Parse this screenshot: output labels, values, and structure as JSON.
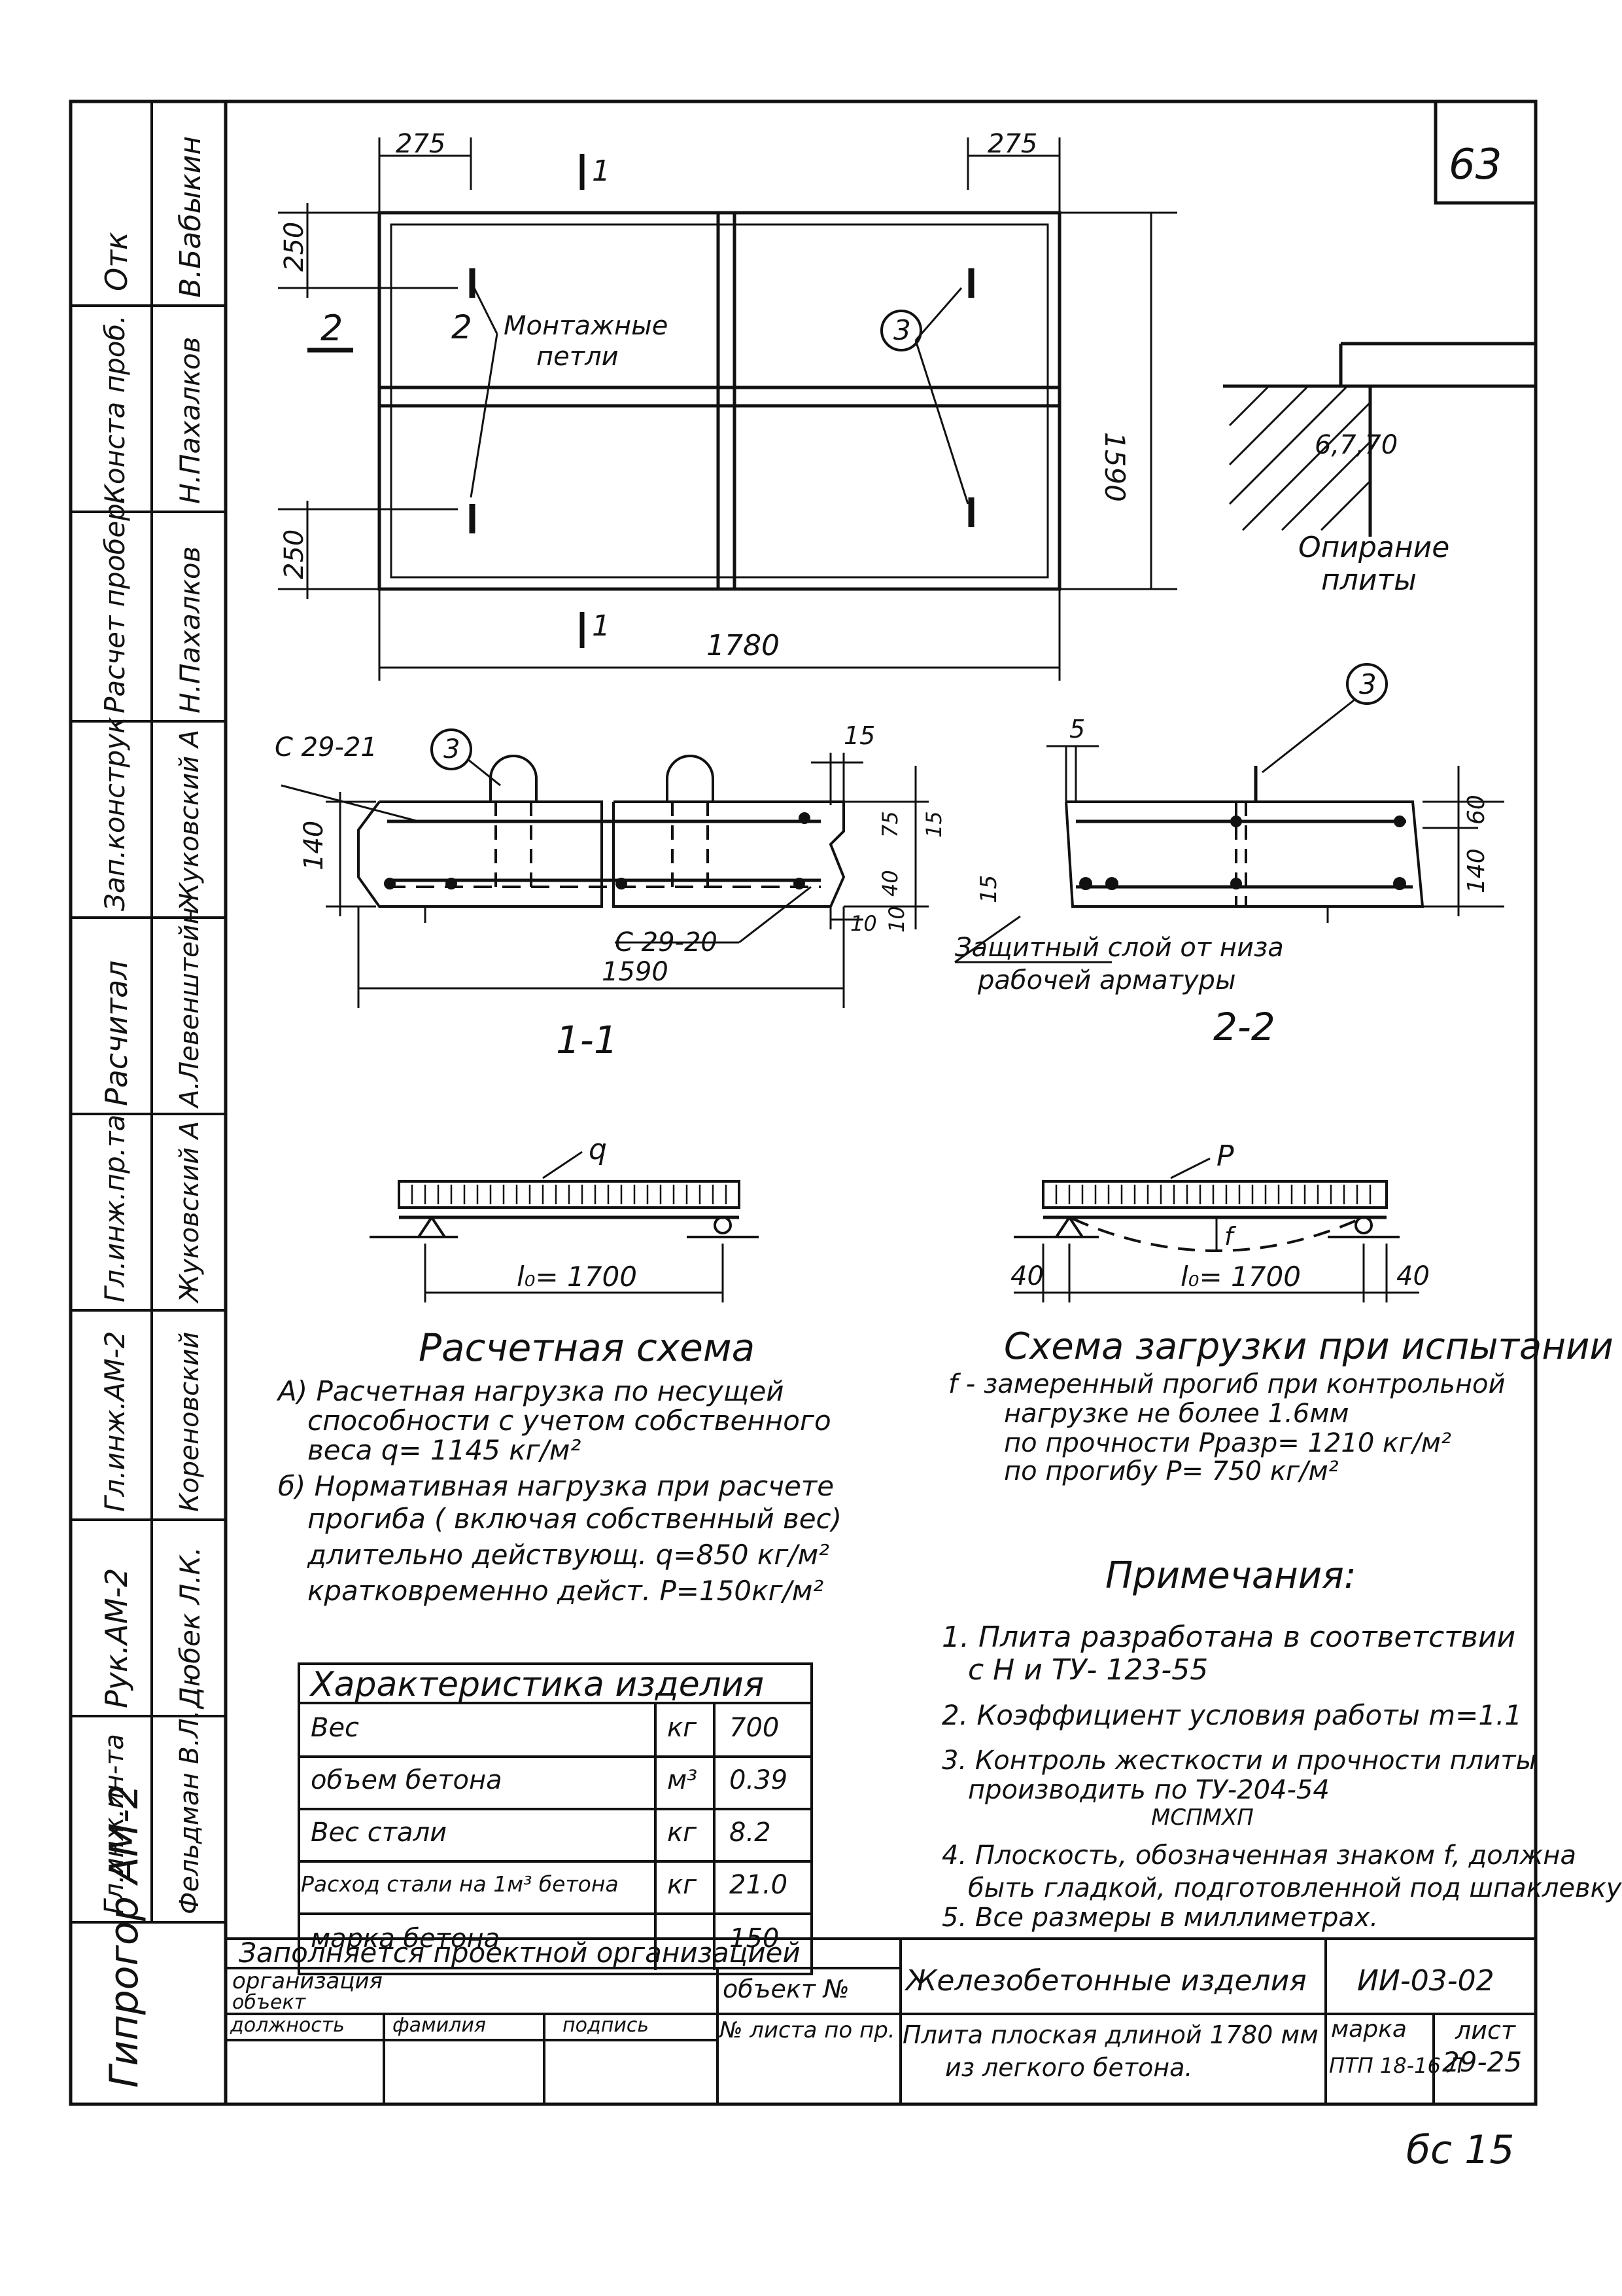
{
  "sheet": {
    "page_number": "63",
    "handwritten_corner": "бс 15"
  },
  "side_stamp": {
    "rows": [
      {
        "role": "Отк",
        "name": "В.Бабыкин"
      },
      {
        "role": "Конста проб.",
        "name": "Н.Пахалков"
      },
      {
        "role": "Расчет пробер.",
        "name": "Н.Пахалков"
      },
      {
        "role": "Зап.конструк",
        "name": "Жуковский А"
      },
      {
        "role": "Расчитал",
        "name": "А.Левенштейн"
      },
      {
        "role": "Гл.инж.пр.та",
        "name": "Жуковский А"
      },
      {
        "role": "Гл.инж.АМ-2",
        "name": "Кореновский"
      },
      {
        "role": "Рук.АМ-2",
        "name": "Дюбек Л.К."
      },
      {
        "role": "Гл.инж.ин-та",
        "name": "Фельдман В.Л."
      }
    ],
    "org": "Гипрогор АМ-2"
  },
  "plan": {
    "dim_275_left": "275",
    "dim_275_right": "275",
    "dim_250_top": "250",
    "dim_250_bottom": "250",
    "dim_1590": "1590",
    "dim_1780": "1780",
    "section_mark_1_top": "1",
    "section_mark_1_bottom": "1",
    "section_mark_2": "2",
    "loop_label_num": "2",
    "loop_label_text_1": "Монтажные",
    "loop_label_text_2": "петли",
    "callout_3": "3"
  },
  "support": {
    "dim": "6,7,70",
    "caption_1": "Опирание",
    "caption_2": "плиты"
  },
  "section_1": {
    "bar_top": "С 29-21",
    "bar_bottom": "С 29-20",
    "dim_140": "140",
    "dim_15": "15",
    "dim_75": "75",
    "dim_15b": "15",
    "dim_40": "40",
    "dim_10a": "10",
    "dim_10b": "10",
    "dim_1590": "1590",
    "callout": "3",
    "title": "1-1"
  },
  "section_2": {
    "dim_5": "5",
    "dim_15": "15",
    "dim_60": "60",
    "dim_140": "140",
    "callout": "3",
    "cover_note_1": "Защитный слой от низа",
    "cover_note_2": "рабочей арматуры",
    "title": "2-2"
  },
  "calc_scheme": {
    "load": "q",
    "span": "l₀= 1700",
    "title": "Расчетная схема"
  },
  "test_scheme": {
    "load": "P",
    "deflection": "f",
    "span": "l₀= 1700",
    "end_left": "40",
    "end_right": "40",
    "title": "Схема загрузки при испытании"
  },
  "calc_notes": {
    "a1": "А) Расчетная нагрузка по несущей",
    "a2": "способности с учетом собственного",
    "a3": "веса q= 1145 кг/м²",
    "b1": "б) Нормативная нагрузка при расчете",
    "b2": "прогиба ( включая собственный вес)",
    "b3": "длительно действующ. q=850 кг/м²",
    "b4": "кратковременно дейст. P=150кг/м²"
  },
  "test_notes": {
    "f1": "f - замеренный прогиб при контрольной",
    "f2": "нагрузке не более 1.6мм",
    "f3": "по прочности Pразр= 1210 кг/м²",
    "f4": "по прогибу    P= 750 кг/м²"
  },
  "characteristics": {
    "title": "Характеристика изделия",
    "rows": [
      {
        "name": "Вес",
        "unit": "кг",
        "value": "700"
      },
      {
        "name": "объем бетона",
        "unit": "м³",
        "value": "0.39"
      },
      {
        "name": "Вес стали",
        "unit": "кг",
        "value": "8.2"
      },
      {
        "name": "Расход стали на 1м³ бетона",
        "unit": "кг",
        "value": "21.0"
      },
      {
        "name": "марка бетона",
        "unit": "",
        "value": "150"
      }
    ]
  },
  "remarks": {
    "title": "Примечания:",
    "lines": [
      "1. Плита разработана в соответствии",
      "с Н и ТУ- 123-55",
      "2. Коэффициент условия работы m=1.1",
      "3. Контроль жесткости и прочности плиты",
      "производить по ТУ-204-54",
      "МСПМХП",
      "4. Плоскость, обозначенная знаком f, должна",
      "быть гладкой, подготовленной под шпаклевку",
      "5. Все размеры в миллиметрах."
    ]
  },
  "title_block": {
    "fill_note": "Заполняется проектной организацией",
    "organization": "организация",
    "object_l": "объект",
    "object_no": "объект №",
    "position": "должность",
    "surname": "фамилия",
    "signature": "подпись",
    "sheet_no_label": "№ листа по пр.",
    "category": "Железобетонные изделия",
    "series": "ИИ-03-02",
    "description_1": "Плита плоская длиной 1780 мм",
    "description_2": "из легкого бетона.",
    "mark_label": "марка",
    "mark": "ПТП 18-16 Л",
    "sheet_label": "лист",
    "sheet": "29-25"
  }
}
